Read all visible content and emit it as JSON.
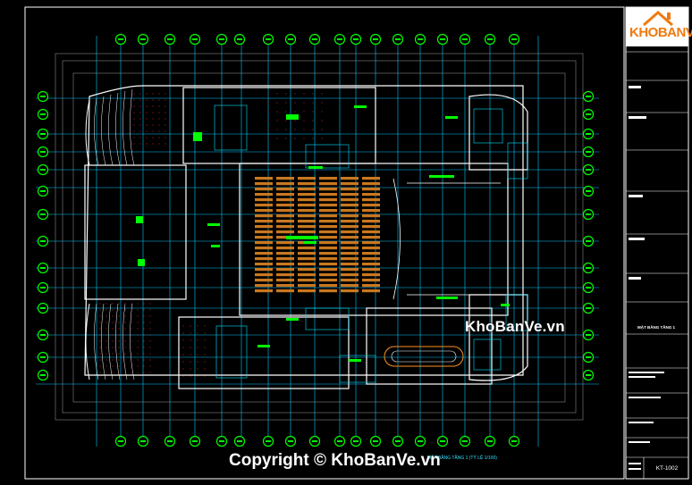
{
  "logo": {
    "text": "KHOBANVE"
  },
  "watermarks": {
    "site": "KhoBanVe.vn",
    "copyright": "Copyright © KhoBanVe.vn"
  },
  "title_block": {
    "sheet_title": "MẶT BẰNG TẦNG 1",
    "sheet_code": "KT-1002"
  },
  "drawing": {
    "caption": "MẶT BẰNG TẦNG 1 (TỶ LỆ 1/100)"
  },
  "colors": {
    "background": "#000000",
    "wall": "#ffffff",
    "grid_bubble": "#00ff00",
    "axis_line": "#00c8ff",
    "room_label": "#00ff00",
    "seats": "#c87820",
    "hatch": "#ff3030",
    "stairs": "#00e0ff"
  }
}
